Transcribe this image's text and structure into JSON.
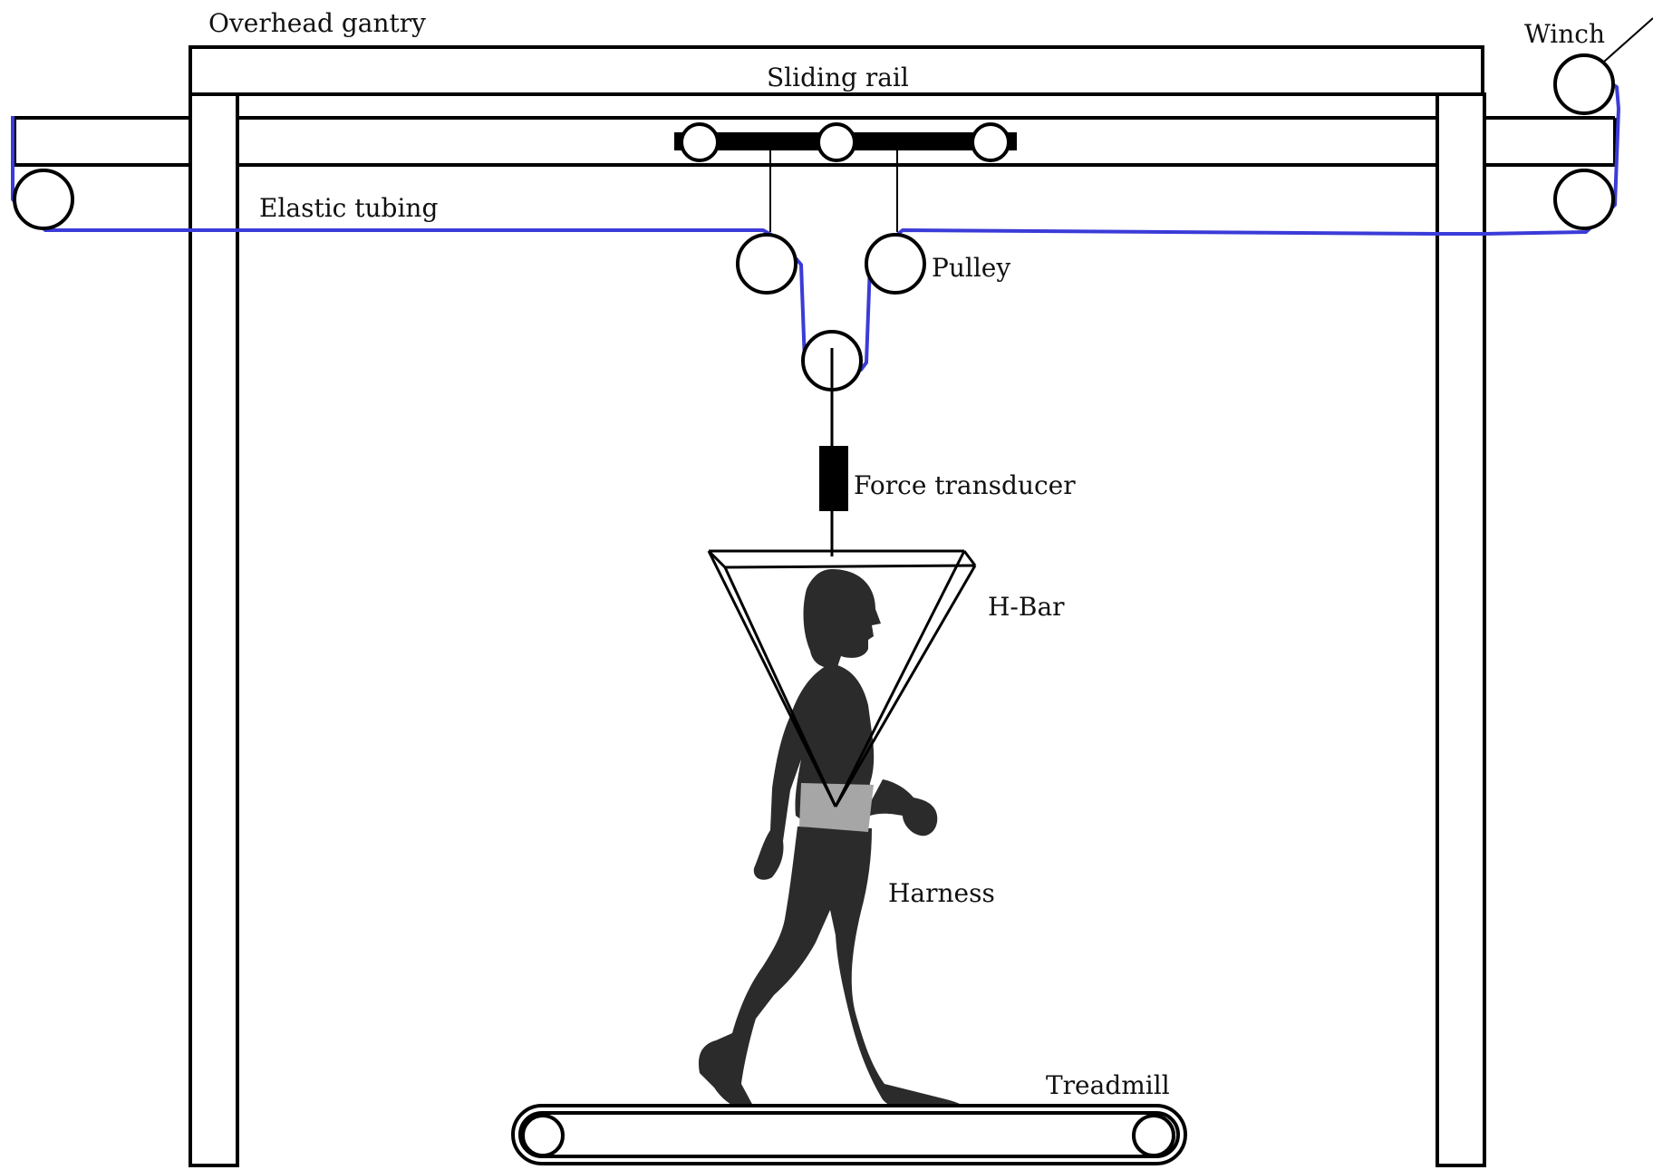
{
  "labels": {
    "overhead_gantry": "Overhead gantry",
    "sliding_rail": "Sliding rail",
    "winch": "Winch",
    "elastic_tubing": "Elastic tubing",
    "pulley": "Pulley",
    "force_transducer": "Force transducer",
    "h_bar": "H-Bar",
    "harness": "Harness",
    "treadmill": "Treadmill"
  },
  "colors": {
    "line": "#000000",
    "elastic_tubing": "#3b3bd8",
    "figure": "#2b2b2b",
    "harness": "#a6a6a6"
  }
}
